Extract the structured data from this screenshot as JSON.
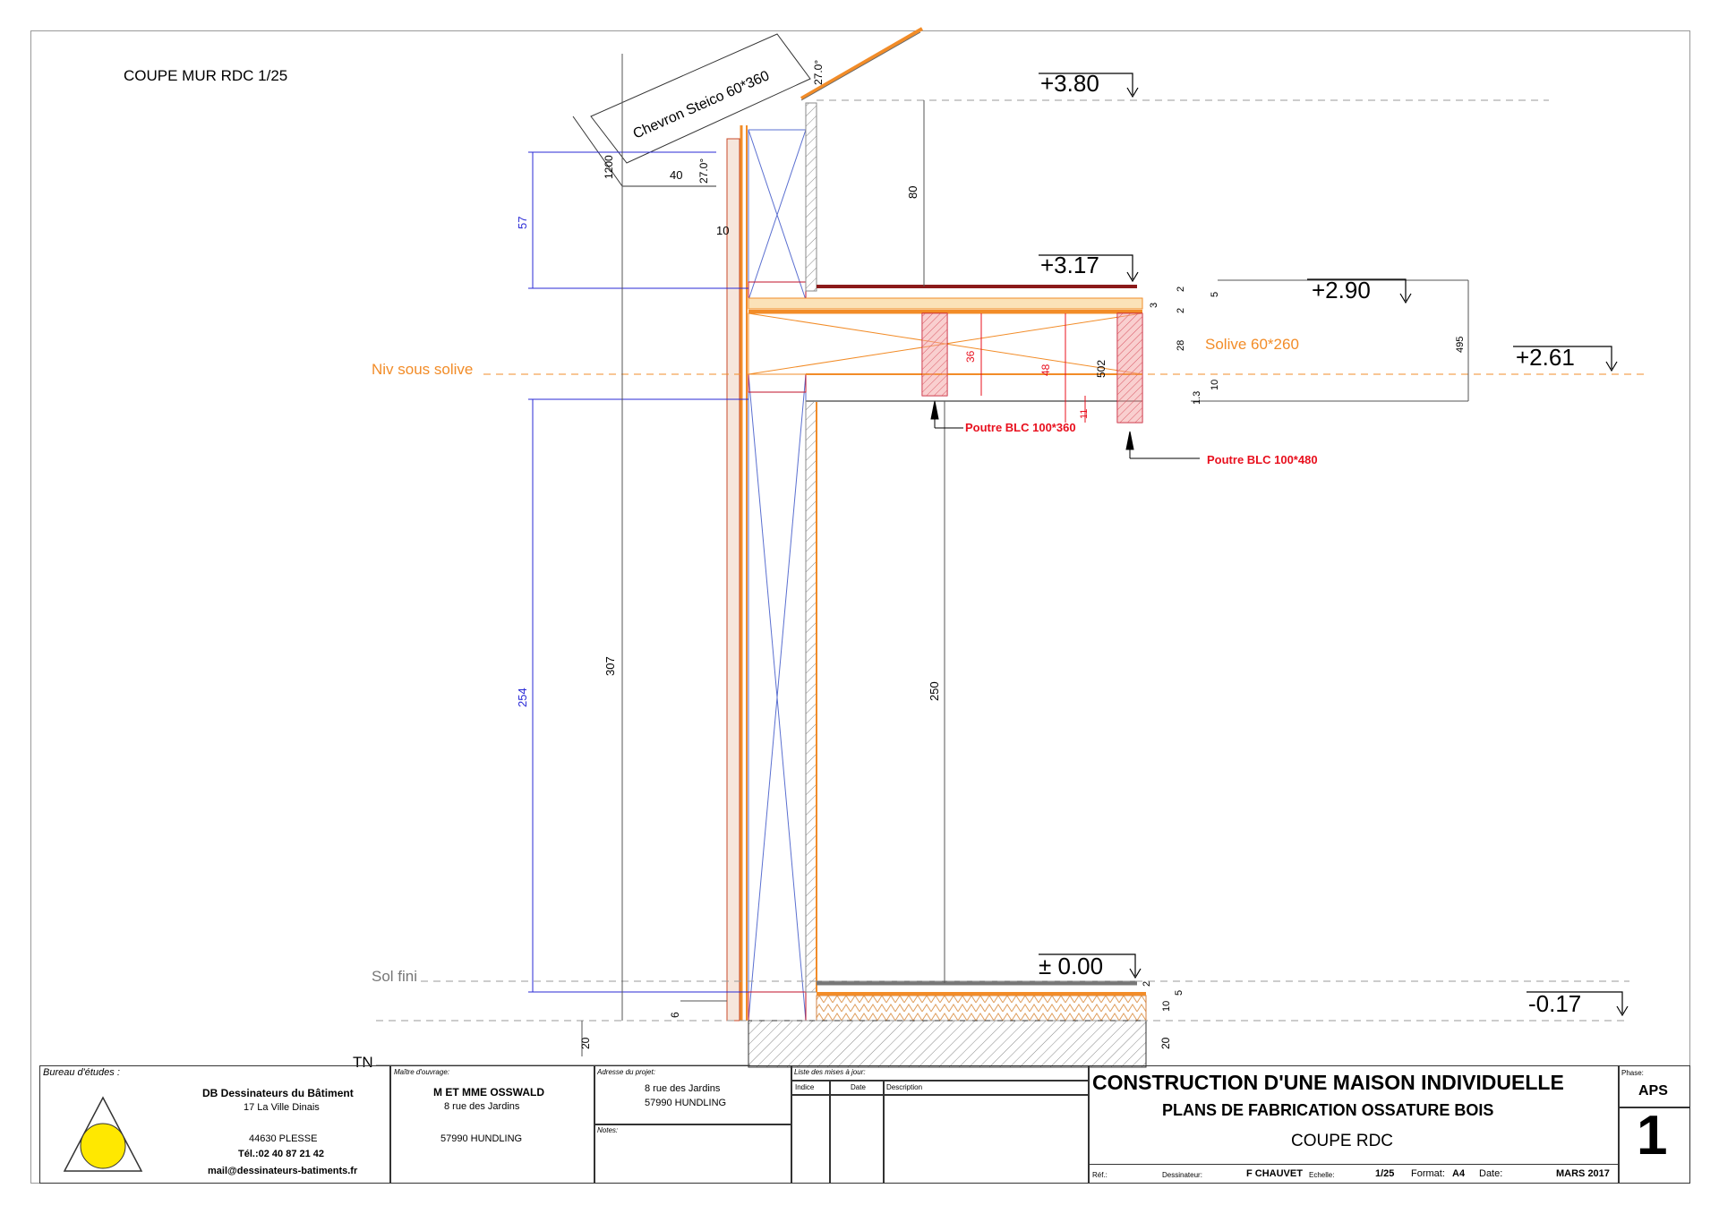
{
  "drawing": {
    "title": "COUPE MUR RDC 1/25",
    "rafter_label": "Chevron Steico 60*360",
    "angles": {
      "a1": "27.0°",
      "a2": "27.0°"
    },
    "dims_roof": {
      "d1200": "1200",
      "d40": "40"
    },
    "wall_dims": {
      "d57": "57",
      "d254": "254",
      "d307": "307",
      "d80": "80",
      "d10": "10",
      "d6": "6",
      "d250": "250",
      "d20a": "20",
      "d20b": "20"
    },
    "floor_dims": {
      "d2a": "2",
      "d5a": "5",
      "d3": "3",
      "d2b": "2",
      "d28": "28",
      "d10b": "10",
      "d13": "1.3",
      "d495": "495",
      "d502": "502",
      "d36": "36",
      "d48": "48",
      "d11": "11",
      "d2c": "2",
      "d5b": "5",
      "d10c": "10"
    },
    "levels": {
      "l380": "+3.80",
      "l317": "+3.17",
      "l290": "+2.90",
      "l261": "+2.61",
      "l000": "± 0.00",
      "l017": "-0.17"
    },
    "labels": {
      "niv_sous_solive": "Niv sous solive",
      "solive": "Solive 60*260",
      "poutre1": "Poutre BLC 100*360",
      "poutre2": "Poutre BLC 100*480",
      "sol_fini": "Sol fini",
      "tn": "TN"
    }
  },
  "colors": {
    "orange": "#f28c28",
    "red": "#e8101e",
    "blue": "#2a2ad6",
    "gray": "#777777"
  },
  "title_block": {
    "bureau_label": "Bureau d'études :",
    "bureau_name": "DB Dessinateurs du Bâtiment",
    "bureau_addr1": "17 La Ville Dinais",
    "bureau_addr2": "44630 PLESSE",
    "bureau_tel": "Tél.:02 40 87 21 42",
    "bureau_mail": "mail@dessinateurs-batiments.fr",
    "moa_label": "Maître d'ouvrage:",
    "moa_name": "M ET MME OSSWALD",
    "moa_addr1": "8 rue des Jardins",
    "moa_addr2": "57990 HUNDLING",
    "projet_label": "Adresse du projet:",
    "projet_addr1": "8 rue des Jardins",
    "projet_addr2": "57990 HUNDLING",
    "notes_label": "Notes:",
    "maj_label": "Liste des mises à jour:",
    "indice_label": "Indice",
    "date_col_label": "Date",
    "description_label": "Description",
    "main_title": "CONSTRUCTION D'UNE MAISON INDIVIDUELLE",
    "subtitle": "PLANS DE FABRICATION OSSATURE BOIS",
    "sheet_title": "COUPE RDC",
    "ref_label": "Réf.:",
    "dessinateur_label": "Dessinateur:",
    "dessinateur": "F CHAUVET",
    "echelle_label": "Echelle:",
    "echelle": "1/25",
    "format_label": "Format:",
    "format": "A4",
    "date_label": "Date:",
    "date": "MARS 2017",
    "phase_label": "Phase:",
    "phase": "APS",
    "sheet_number": "1"
  }
}
